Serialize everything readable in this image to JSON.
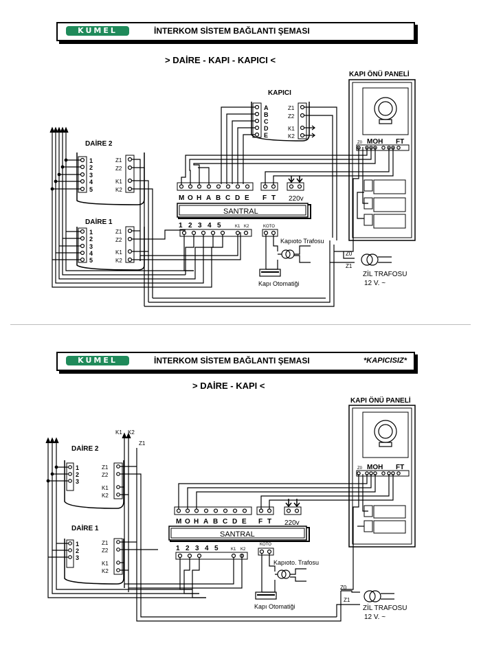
{
  "top": {
    "logo": "KUMEL",
    "title": "İNTERKOM SİSTEM BAĞLANTI ŞEMASI",
    "subtitle": "> DAİRE - KAPI - KAPICI <",
    "kapici_label": "KAPICI",
    "panel_label": "KAPI ÖNÜ PANELİ",
    "daire2_label": "DAİRE 2",
    "daire1_label": "DAİRE 1",
    "santral_label": "SANTRAL",
    "power_label": "220v",
    "koto_label": "KOTO",
    "kapi_oto_trafo_label": "Kapıoto Trafosu",
    "kapi_otomatigi_label": "Kapı Otomatiği",
    "zil_trafosu_label": "ZİL TRAFOSU",
    "voltage_label": "12 V. ~"
  },
  "bottom": {
    "logo": "KUMEL",
    "title": "İNTERKOM SİSTEM BAĞLANTI ŞEMASI",
    "tag": "*KAPICISIZ*",
    "subtitle": "> DAİRE - KAPI <",
    "panel_label": "KAPI ÖNÜ PANELİ",
    "daire2_label": "DAİRE 2",
    "daire1_label": "DAİRE 1",
    "santral_label": "SANTRAL",
    "power_label": "220v",
    "koto_label": "KOTO",
    "kapi_oto_trafo_label": "Kapıoto. Trafosu",
    "kapi_otomatigi_label": "Kapı Otomatiği",
    "zil_trafosu_label": "ZİL TRAFOSU",
    "voltage_label": "12 V. ~"
  },
  "terminals": {
    "daire_full": [
      "1",
      "2",
      "3",
      "4",
      "5"
    ],
    "daire_short": [
      "1",
      "2",
      "3"
    ],
    "daire_right": [
      "Z1",
      "Z2",
      "K1",
      "K2"
    ],
    "kapici_left": [
      "A",
      "B",
      "C",
      "D",
      "E"
    ],
    "kapici_right": [
      "Z1",
      "Z2",
      "K1",
      "K2"
    ],
    "santral_top": [
      "M",
      "O",
      "H",
      "A",
      "B",
      "C",
      "D",
      "E"
    ],
    "santral_ft": [
      "F",
      "T"
    ],
    "santral_bottom": [
      "1",
      "2",
      "3",
      "4",
      "5"
    ],
    "santral_k": [
      "K1",
      "K2"
    ],
    "panel_terms": [
      "Z0",
      "MOH",
      "FT"
    ],
    "trafo_terms": [
      "Z0",
      "Z1"
    ],
    "bottom_k_labels": [
      "K1",
      "K2",
      "Z1"
    ]
  },
  "colors": {
    "line": "#000000",
    "logo_bg": "#1f8a5a"
  }
}
